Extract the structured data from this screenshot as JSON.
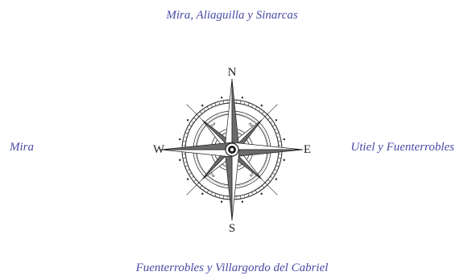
{
  "directions": {
    "north": "Mira, Aliaguilla y Sinarcas",
    "south": "Fuenterrobles y Villargordo del Cabriel",
    "west": "Mira",
    "east": "Utiel y Fuenterrobles"
  },
  "compass": {
    "n": "N",
    "s": "S",
    "e": "E",
    "w": "W",
    "ne": "ne",
    "nw": "nw",
    "se": "se",
    "sw": "sw"
  },
  "colors": {
    "label_text": "#4a4aa8",
    "ink": "#222222"
  }
}
